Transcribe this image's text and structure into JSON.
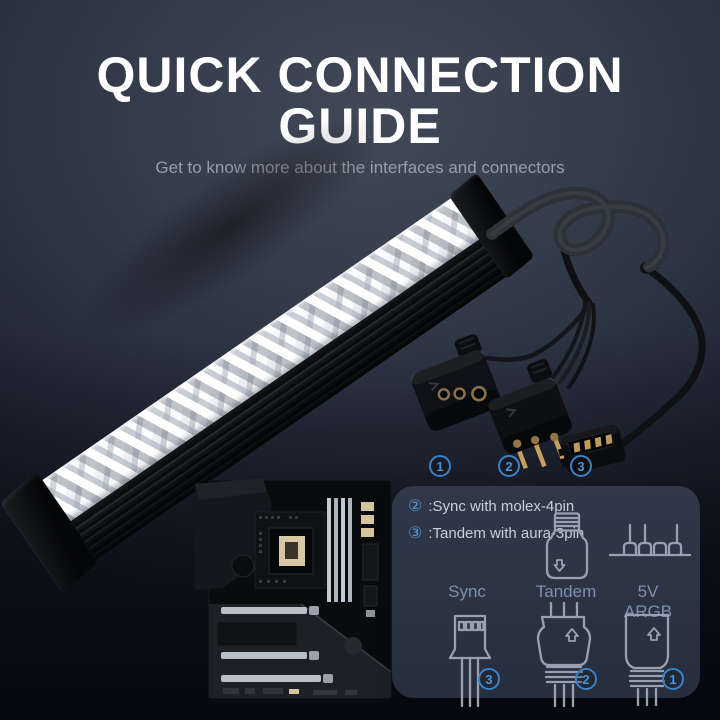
{
  "header": {
    "title_line1": "QUICK CONNECTION",
    "title_line2": "GUIDE",
    "subtitle": "Get to know more about the interfaces and connectors"
  },
  "scene": {
    "markers": [
      "1",
      "2",
      "3"
    ]
  },
  "panel": {
    "notes": [
      {
        "badge": "②",
        "text": ":Sync with molex-4pin"
      },
      {
        "badge": "③",
        "text": ":Tandem with aura-3pin"
      }
    ],
    "columns": [
      {
        "label": "Sync",
        "badge": "3"
      },
      {
        "label": "Tandem",
        "badge": "2"
      },
      {
        "label": "5V ARGB",
        "badge": "1"
      }
    ]
  },
  "colors": {
    "accent_blue": "#3a82c6",
    "title": "#ffffff",
    "subtitle": "#989ea9",
    "panel_bg": "#2c3342",
    "note_text": "#c9cfd9",
    "label_text": "#7e8fae",
    "icon_stroke": "#97a1b1"
  }
}
